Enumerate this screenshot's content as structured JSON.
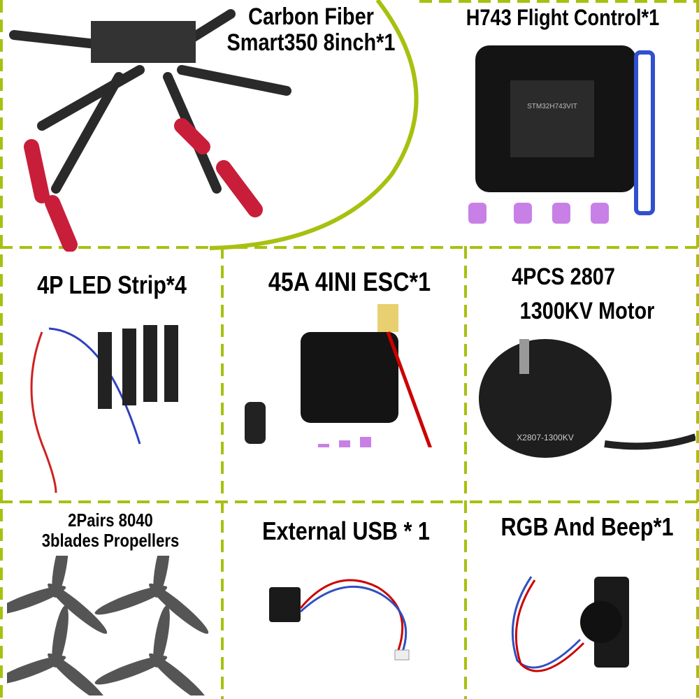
{
  "colors": {
    "divider": "#a8c010",
    "foam": "#c81e3a",
    "carbon": "#2a2a2a",
    "purple": "#c880e6",
    "pcb": "#141414"
  },
  "panels": [
    {
      "label_lines": [
        "Carbon Fiber",
        "Smart350 8inch*1"
      ],
      "item": "frame"
    },
    {
      "label_lines": [
        "H743 Flight Control*1"
      ],
      "item": "flight-controller"
    },
    {
      "label_lines": [
        "4P LED Strip*4"
      ],
      "item": "led-strip"
    },
    {
      "label_lines": [
        "45A 4INI ESC*1"
      ],
      "item": "esc"
    },
    {
      "label_lines": [
        "4PCS 2807",
        "1300KV Motor"
      ],
      "item": "motor"
    },
    {
      "label_lines": [
        "2Pairs  8040",
        "3blades Propellers"
      ],
      "item": "propellers"
    },
    {
      "label_lines": [
        "External USB * 1"
      ],
      "item": "usb-board"
    },
    {
      "label_lines": [
        "RGB And Beep*1"
      ],
      "item": "buzzer"
    }
  ],
  "product_markings": {
    "motor": "X2807-1300KV",
    "fc_chip": "STM32H743VIT"
  }
}
